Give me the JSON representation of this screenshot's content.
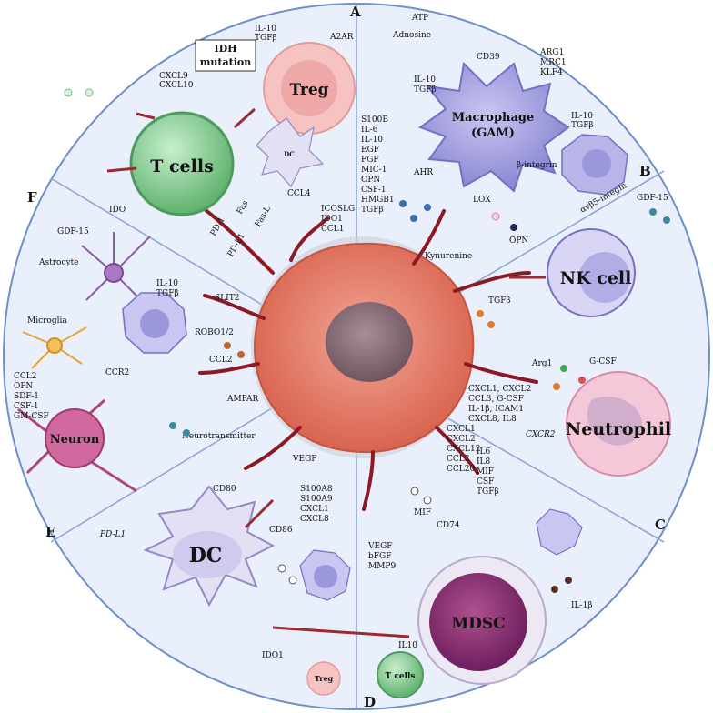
{
  "panels": {
    "a": "A",
    "b": "B",
    "c": "C",
    "d": "D",
    "e": "E",
    "f": "F"
  },
  "cells": {
    "treg": "Treg",
    "tcells": "T cells",
    "macrophage_l1": "Macrophage",
    "macrophage_l2": "(GAM)",
    "nk": "NK cell",
    "neutrophil": "Neutrophil",
    "mdsc": "MDSC",
    "dc": "DC",
    "dc_small": "DC",
    "neuron": "Neuron",
    "astrocyte": "Astrocyte",
    "microglia": "Microglia",
    "tcells_small": "T cells",
    "treg_small": "Treg"
  },
  "labels": {
    "il10_tgfb_top": [
      "IL-10",
      "TGFβ"
    ],
    "idh": [
      "IDH",
      "mutation"
    ],
    "cxcl9": [
      "CXCL9",
      "CXCL10"
    ],
    "a2ar": "A2AR",
    "adenosine": "Adnosine",
    "atp": "ATP",
    "cd39": "CD39",
    "il10_tgfb_mac": [
      "IL-10",
      "TGFβ"
    ],
    "arg1": [
      "ARG1",
      "MRC1",
      "KLF4"
    ],
    "il10_tgfb_right": [
      "IL-10",
      "TGFβ"
    ],
    "b_integrin": "β-integrin",
    "avb5": "αvβ5-integin",
    "s100b_list": [
      "S100B",
      "IL-6",
      "IL-10",
      "EGF",
      "FGF",
      "MIC-1",
      "OPN",
      "CSF-1",
      "HMGB1",
      "TGFβ"
    ],
    "ahr": "AHR",
    "lox": "LOX",
    "opn": "OPN",
    "kynurenine": "Kynurenine",
    "icoslg": [
      "ICOSLG",
      "IDO1",
      "CCL1"
    ],
    "ccl4": "CCL4",
    "fas": "Fas",
    "fasl": "Fas-L",
    "pd1": "PD-1",
    "pdl1": "PD-L1",
    "ido": "IDO",
    "gdf15_left": "GDF-15",
    "gdf15_right": "GDF-15",
    "il10_tgfb_f": [
      "IL-10",
      "TGFβ"
    ],
    "slit2": "SLIT2",
    "robo": "ROBO1/2",
    "ccl2": "CCL2",
    "ccr2": "CCR2",
    "ampar": "AMPAR",
    "neurotransmitter": "Neurotransmitter",
    "microglia_list": [
      "CCL2",
      "OPN",
      "SDF-1",
      "CSF-1",
      "GM-CSF"
    ],
    "tgfb_nk": "TGFβ",
    "gcsf": "G-CSF",
    "arg1_n": "Arg1",
    "cxcl_neut": [
      "CXCL1, CXCL2",
      "CCL3, G-CSF",
      "IL-1β, ICAM1",
      "CXCL8, IL8"
    ],
    "cxcr2": "CXCR2",
    "cxcl_col1": [
      "CXCL1",
      "CXCL2",
      "CXCL12",
      "CCL2",
      "CCL20"
    ],
    "cxcl_col2": [
      "IL6",
      "IL8",
      "MIF",
      "CSF",
      "TGFβ"
    ],
    "mif": "MIF",
    "cd74": "CD74",
    "vegf_list": [
      "VEGF",
      "bFGF",
      "MMP9"
    ],
    "il1b": "IL-1β",
    "il10_d": "IL10",
    "vegf": "VEGF",
    "cd80": "CD80",
    "cd86": "CD86",
    "s100a": [
      "S100A8",
      "S100A9",
      "CXCL1",
      "CXCL8"
    ],
    "pdl1_e": "PD-L1",
    "ido1_e": "IDO1"
  },
  "colors": {
    "bg": "#e9f0fb",
    "ring": "#6e8fc7",
    "tumor": "#e07b6a",
    "nucleus": "#8a6e78",
    "tcell": "#8fd29a",
    "treg": "#f6c2c2",
    "macro": "#a9a6e0",
    "nk": "#d8d6f4",
    "neut": "#f4c8d8",
    "mdsc": "#8a2f7a",
    "vessel": "#8b1a24"
  }
}
